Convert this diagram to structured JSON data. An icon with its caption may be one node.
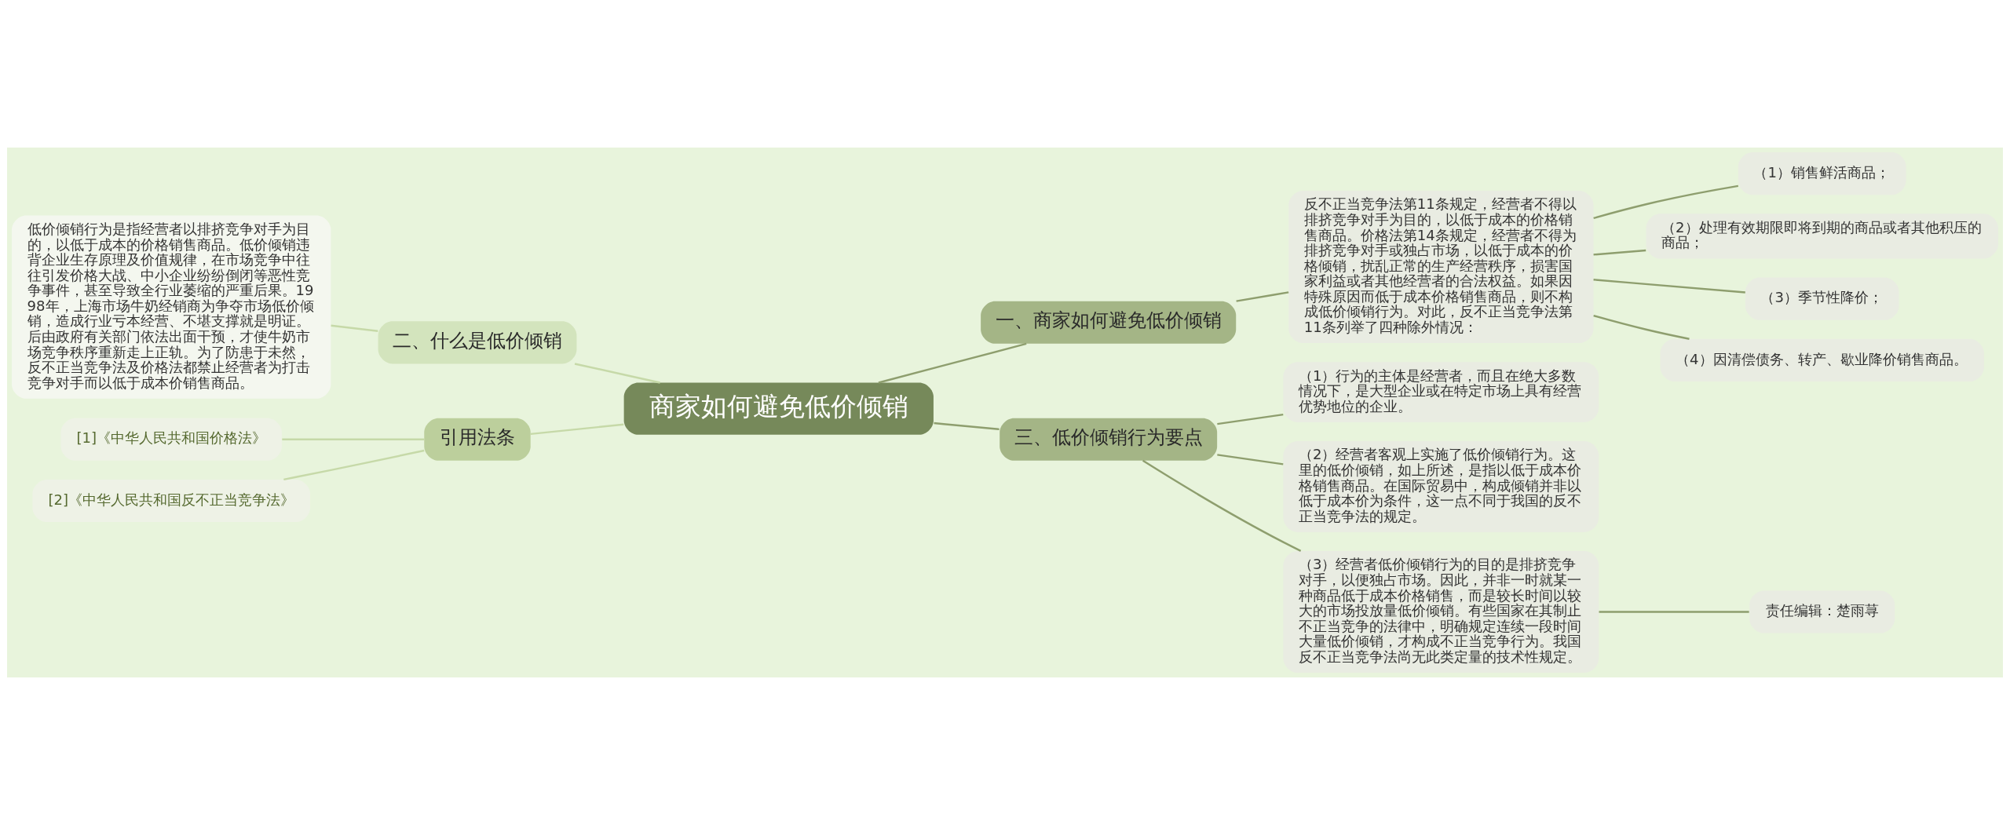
{
  "diagram": {
    "nodes": [
      {
        "text": [
          "商家如何避免低价倾销"
        ]
      },
      {
        "text": [
          "一、商家如何避免低价倾销"
        ]
      },
      {
        "text": [
          "反不正当竞争法第11条规定，经营者不得以排挤竞争对手为目的，以低于成本的价格销售商品。价格法第14条规定，经营者不得为排挤竞争对手或独占市场，以低于成本的价格倾销，扰乱正常的生产经营秩序，损害国家利益或者其他经营者的合法权益。如果因特殊原因而低于成本价格销售商品，则不构成低价倾销行为。对此，反不正当竞争法第11条列举了四种除外情况："
        ]
      },
      {
        "text": [
          "（1）销售鲜活商品；"
        ]
      },
      {
        "text": [
          "（2）处理有效期限即将到期的商品或者其他积压的商品；"
        ]
      },
      {
        "text": [
          "（3）季节性降价；"
        ]
      },
      {
        "text": [
          "（4）因清偿债务、转产、歇业降价销售商品。"
        ]
      },
      {
        "text": [
          "二、什么是低价倾销"
        ]
      },
      {
        "text": [
          "低价倾销行为是指经营者以排挤竞争对手为目的，以低于成本的价格销售商品。低价倾销违背企业生存原理及价值规律，在市场竞争中往往引发价格大战、中小企业纷纷倒闭等恶性竞争事件，甚至导致全行业萎缩的严重后果。1998年，上海市场牛奶经销商为争夺市场低价倾销，造成行业亏本经营、不堪支撑就是明证。后由政府有关部门依法出面干预，才使牛奶市场竞争秩序重新走上正轨。为了防患于未然，反不正当竞争法及价格法都禁止经营者为打击竞争对手而以低于成本价销售商品。"
        ]
      },
      {
        "text": [
          "引用法条"
        ]
      },
      {
        "text": [
          "[1]《中华人民共和国价格法》"
        ]
      },
      {
        "text": [
          "[2]《中华人民共和国反不正当竞争法》"
        ]
      },
      {
        "text": [
          "三、低价倾销行为要点"
        ]
      },
      {
        "text": [
          "（1）行为的主体是经营者，而且在绝大多数情况下，是大型企业或在特定市场上具有经营优势地位的企业。"
        ]
      },
      {
        "text": [
          "（2）经营者客观上实施了低价倾销行为。这里的低价倾销，如上所述，是指以低于成本价格销售商品。在国际贸易中，构成倾销并非以低于成本价为条件，这一点不同于我国的反不正当竞争法的规定。"
        ]
      },
      {
        "text": [
          "（3）经营者低价倾销行为的目的是排挤竞争对手，以便独占市场。因此，并非一时就某一种商品低于成本价格销售，而是较长时间以较大的市场投放量低价倾销。有些国家在其制止不正当竞争的法律中，明确规定连续一段时间大量低价倾销，才构成不正当竞争行为。我国反不正当竞争法尚无此类定量的技术性规定。"
        ]
      },
      {
        "text": [
          "责任编辑：楚雨荨"
        ]
      }
    ],
    "edges": [
      {
        "from": 0,
        "to": 1,
        "arrow": "none"
      },
      {
        "from": 1,
        "to": 2,
        "arrow": "none"
      },
      {
        "from": 2,
        "to": 3,
        "arrow": "none"
      },
      {
        "from": 2,
        "to": 4,
        "arrow": "none"
      },
      {
        "from": 2,
        "to": 5,
        "arrow": "none"
      },
      {
        "from": 2,
        "to": 6,
        "arrow": "none"
      },
      {
        "from": 0,
        "to": 7,
        "arrow": "none",
        "color": "#c6d9a8"
      },
      {
        "from": 7,
        "to": 8,
        "arrow": "none",
        "color": "#c6d9a8"
      },
      {
        "from": 0,
        "to": 9,
        "arrow": "none",
        "color": "#c6d9a8"
      },
      {
        "from": 9,
        "to": 10,
        "arrow": "none",
        "color": "#c6d9a8"
      },
      {
        "from": 9,
        "to": 11,
        "arrow": "none",
        "color": "#c6d9a8"
      },
      {
        "from": 0,
        "to": 12,
        "arrow": "none"
      },
      {
        "from": 12,
        "to": 13,
        "arrow": "none"
      },
      {
        "from": 12,
        "to": 14,
        "arrow": "none"
      },
      {
        "from": 12,
        "to": 15,
        "arrow": "none"
      },
      {
        "from": 15,
        "to": 16,
        "arrow": "none"
      }
    ]
  }
}
